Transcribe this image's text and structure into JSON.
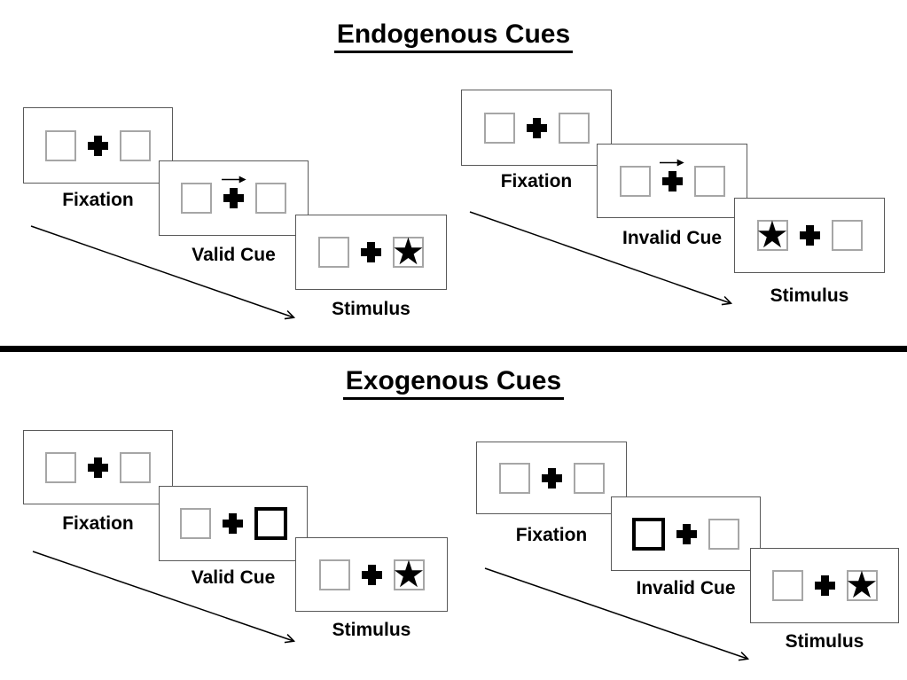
{
  "figure": {
    "endogenous": {
      "title": "Endogenous Cues",
      "valid_sequence": {
        "fixation": "Fixation",
        "cue": "Valid Cue",
        "stimulus": "Stimulus"
      },
      "invalid_sequence": {
        "fixation": "Fixation",
        "cue": "Invalid Cue",
        "stimulus": "Stimulus"
      }
    },
    "exogenous": {
      "title": "Exogenous Cues",
      "valid_sequence": {
        "fixation": "Fixation",
        "cue": "Valid Cue",
        "stimulus": "Stimulus"
      },
      "invalid_sequence": {
        "fixation": "Fixation",
        "cue": "Invalid Cue",
        "stimulus": "Stimulus"
      }
    },
    "symbols": {
      "star": "★"
    },
    "colors": {
      "ink": "#000000",
      "panel_border": "#595959",
      "box_border": "#a6a6a6"
    }
  }
}
